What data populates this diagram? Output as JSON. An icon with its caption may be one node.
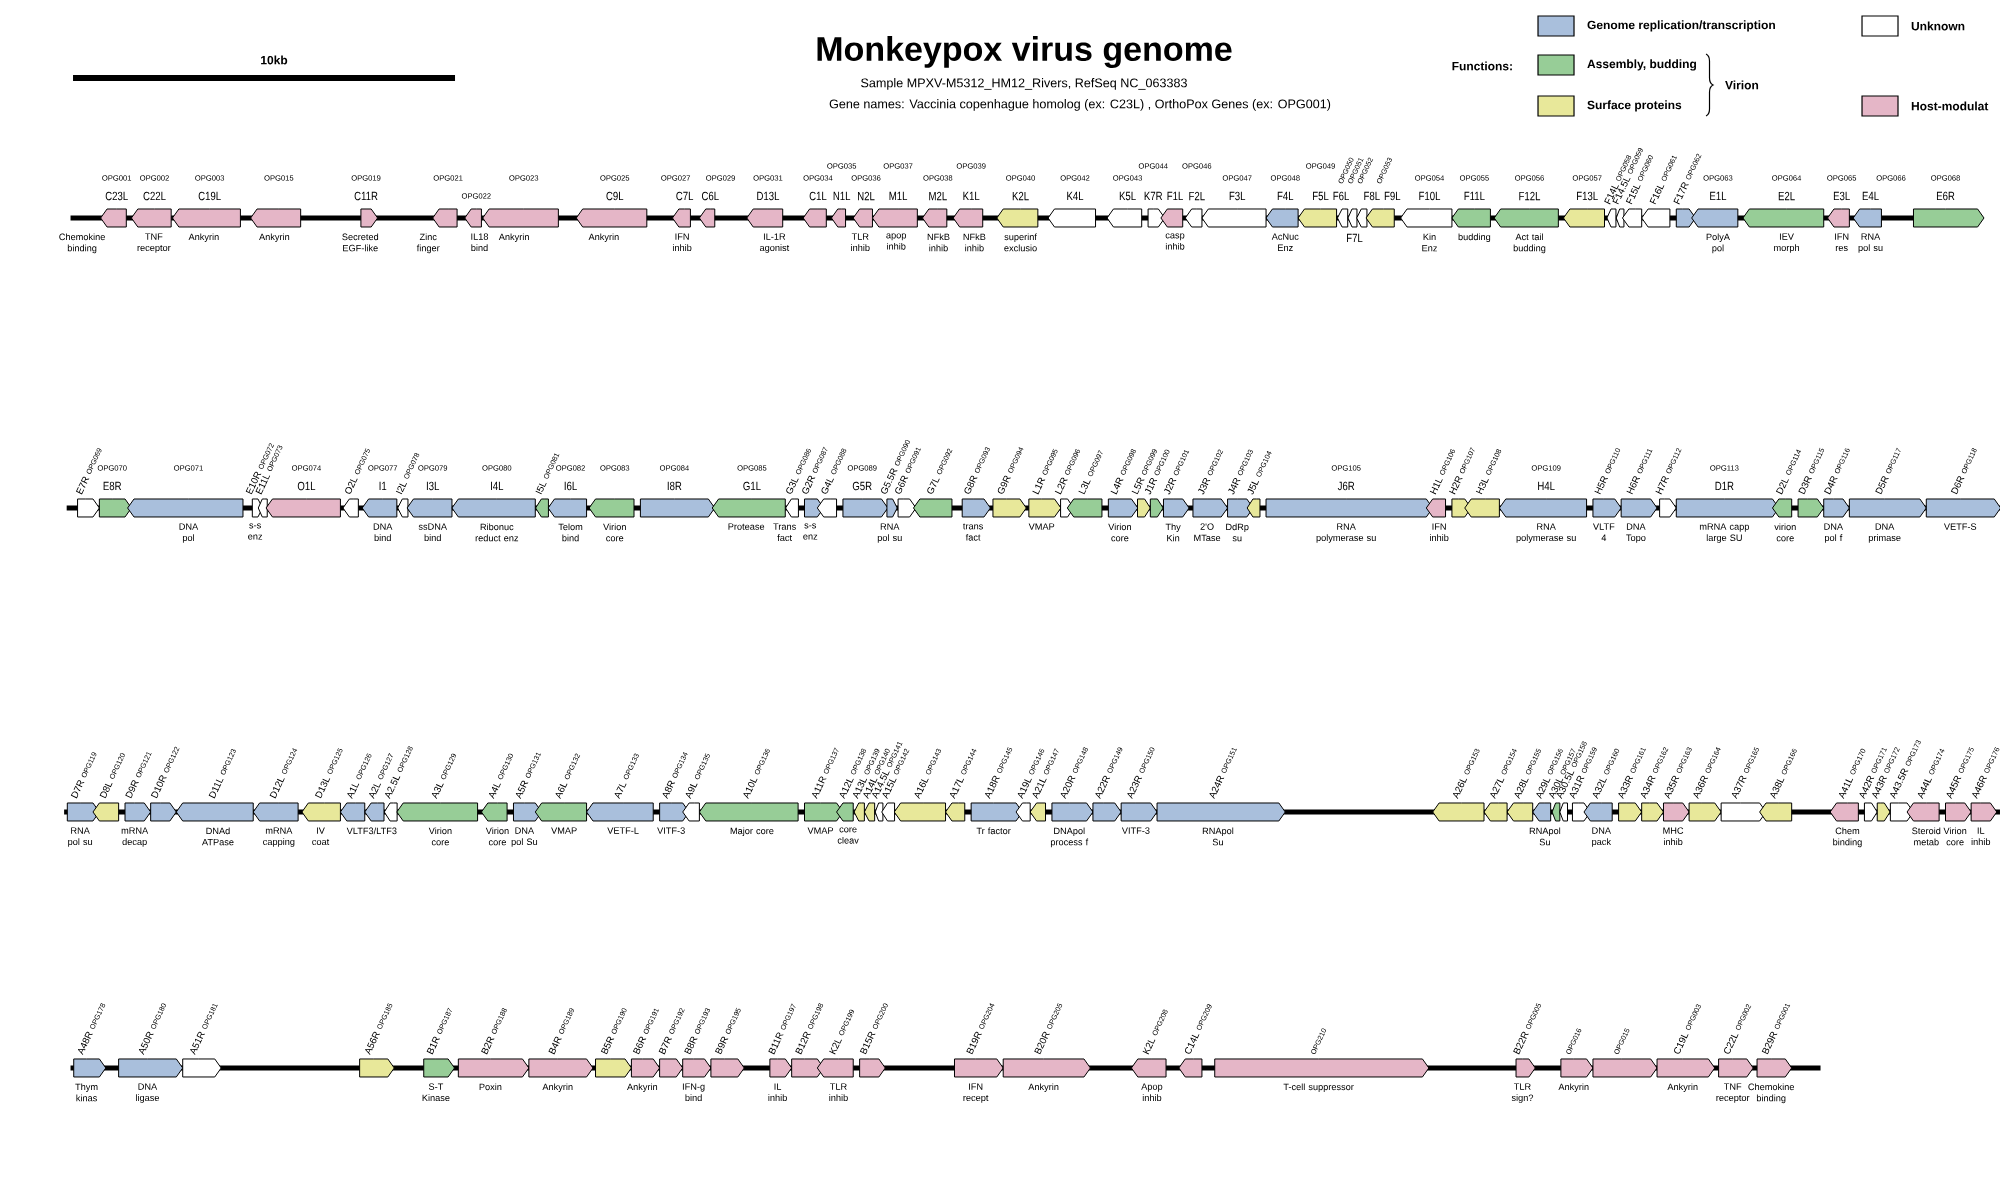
{
  "diagram": {
    "title": "Monkeypox virus genome",
    "nodes": [
      {
        "text": [
          "OPG001",
          "C23L"
        ],
        "beside": [
          "Chemokine binding"
        ]
      },
      {
        "text": [
          "OPG002",
          "C22L"
        ],
        "beside": [
          "TNF receptor"
        ]
      },
      {
        "text": [
          "OPG003",
          "C19L"
        ],
        "beside": [
          "Ankyrin"
        ]
      },
      {
        "text": [
          "OPG015"
        ],
        "beside": [
          "Ankyrin"
        ]
      },
      {
        "text": [
          "OPG019",
          "C11R"
        ],
        "beside": [
          "Secreted EGF-like"
        ]
      },
      {
        "text": [
          "OPG021"
        ],
        "beside": [
          "Zinc finger"
        ]
      },
      {
        "text": [
          "OPG022"
        ],
        "beside": [
          "IL18 bind"
        ]
      },
      {
        "text": [
          "OPG023"
        ],
        "beside": [
          "Ankyrin"
        ]
      },
      {
        "text": [
          "OPG025",
          "C9L"
        ],
        "beside": [
          "Ankyrin"
        ]
      },
      {
        "text": [
          "OPG027",
          "C7L"
        ],
        "beside": [
          "IFN inhib"
        ]
      },
      {
        "text": [
          "OPG029",
          "C6L"
        ]
      },
      {
        "text": [
          "OPG031",
          "D13L"
        ],
        "beside": [
          "IL-1R agonist"
        ]
      },
      {
        "text": [
          "OPG034",
          "C1L"
        ]
      },
      {
        "text": [
          "OPG035",
          "N1L"
        ]
      },
      {
        "text": [
          "OPG036",
          "N2L"
        ],
        "beside": [
          "TLR inhib"
        ]
      },
      {
        "text": [
          "OPG037",
          "M1L"
        ],
        "beside": [
          "apop inhib"
        ]
      },
      {
        "text": [
          "OPG038",
          "M2L"
        ],
        "beside": [
          "NFkB inhib"
        ]
      },
      {
        "text": [
          "OPG039",
          "K1L"
        ],
        "beside": [
          "NFkB inhib"
        ]
      },
      {
        "text": [
          "OPG040",
          "K2L"
        ],
        "beside": [
          "superinf exclusio"
        ]
      },
      {
        "text": [
          "OPG042",
          "K4L"
        ]
      },
      {
        "text": [
          "OPG043",
          "K5L"
        ]
      },
      {
        "text": [
          "OPG044",
          "K7R"
        ]
      },
      {
        "text": [
          "F1L"
        ],
        "beside": [
          "casp inhib"
        ]
      },
      {
        "text": [
          "OPG046",
          "F2L"
        ]
      },
      {
        "text": [
          "OPG047",
          "F3L"
        ]
      },
      {
        "text": [
          "OPG048",
          "F4L"
        ],
        "beside": [
          "AcNuc Enz"
        ]
      },
      {
        "text": [
          "OPG049",
          "F5L"
        ]
      },
      {
        "text": [
          "OPG050",
          "F6L"
        ]
      },
      {
        "text": [
          "OPG051",
          "F7L"
        ]
      },
      {
        "text": [
          "OPG052",
          "F8L"
        ]
      },
      {
        "text": [
          "OPG053",
          "F9L"
        ]
      },
      {
        "text": [
          "OPG054",
          "F10L"
        ],
        "beside": [
          "Kin Enz"
        ]
      },
      {
        "text": [
          "OPG055",
          "F11L"
        ],
        "beside": [
          "budding"
        ]
      },
      {
        "text": [
          "OPG056",
          "F12L"
        ],
        "beside": [
          "Act tail budding"
        ]
      },
      {
        "text": [
          "OPG057",
          "F13L"
        ]
      },
      {
        "text": [
          "OPG058",
          "F14L"
        ]
      },
      {
        "text": [
          "OPG059",
          "F14.5L"
        ]
      },
      {
        "text": [
          "OPG060",
          "F15L"
        ]
      },
      {
        "text": [
          "OPG061",
          "F16L"
        ]
      },
      {
        "text": [
          "OPG062",
          "F17R"
        ]
      },
      {
        "text": [
          "OPG063",
          "E1L"
        ],
        "beside": [
          "PolyA pol"
        ]
      },
      {
        "text": [
          "OPG064",
          "E2L"
        ],
        "beside": [
          "IEV morph"
        ]
      },
      {
        "text": [
          "OPG065",
          "E3L"
        ],
        "beside": [
          "IFN res"
        ]
      },
      {
        "text": [
          "OPG066",
          "E4L"
        ],
        "beside": [
          "RNA pol su"
        ]
      },
      {
        "text": [
          "OPG068",
          "E6R"
        ]
      },
      {
        "text": [
          "OPG069",
          "E7R"
        ]
      },
      {
        "text": [
          "OPG070",
          "E8R"
        ]
      },
      {
        "text": [
          "OPG071"
        ],
        "beside": [
          "DNA pol"
        ]
      },
      {
        "text": [
          "OPG072",
          "E10R"
        ],
        "beside": [
          "s-s enz"
        ]
      },
      {
        "text": [
          "OPG073",
          "E11L"
        ]
      },
      {
        "text": [
          "OPG074",
          "O1L"
        ]
      },
      {
        "text": [
          "OPG075",
          "O2L"
        ]
      },
      {
        "text": [
          "OPG077",
          "I1"
        ],
        "beside": [
          "DNA bind"
        ]
      },
      {
        "text": [
          "OPG078",
          "I2L"
        ]
      },
      {
        "text": [
          "OPG079",
          "I3L"
        ],
        "beside": [
          "ssDNA bind"
        ]
      },
      {
        "text": [
          "OPG080",
          "I4L"
        ],
        "beside": [
          "Ribonuc reduct enz"
        ]
      },
      {
        "text": [
          "OPG081",
          "I5L"
        ]
      },
      {
        "text": [
          "OPG082",
          "I6L"
        ],
        "beside": [
          "Telom bind"
        ]
      },
      {
        "text": [
          "OPG083"
        ],
        "beside": [
          "Virion core"
        ]
      },
      {
        "text": [
          "OPG084",
          "I8R"
        ]
      },
      {
        "text": [
          "OPG085",
          "G1L"
        ],
        "beside": [
          "Protease"
        ]
      },
      {
        "text": [
          "OPG086",
          "G3L"
        ]
      },
      {
        "text": [
          "OPG087",
          "G2R"
        ],
        "beside": [
          "Trans fact"
        ]
      },
      {
        "text": [
          "OPG088",
          "G4L"
        ],
        "beside": [
          "s-s enz"
        ]
      },
      {
        "text": [
          "OPG089",
          "G5R"
        ]
      },
      {
        "text": [
          "OPG090",
          "G5.5R"
        ],
        "beside": [
          "RNA pol su"
        ]
      },
      {
        "text": [
          "OPG091",
          "G6R"
        ]
      },
      {
        "text": [
          "OPG092",
          "G7L"
        ]
      },
      {
        "text": [
          "OPG093",
          "G8R"
        ],
        "beside": [
          "trans fact"
        ]
      },
      {
        "text": [
          "OPG094",
          "G9R"
        ]
      },
      {
        "text": [
          "OPG095",
          "L1R"
        ],
        "beside": [
          "VMAP"
        ]
      },
      {
        "text": [
          "OPG096",
          "L2R"
        ]
      },
      {
        "text": [
          "OPG097",
          "L3L"
        ]
      },
      {
        "text": [
          "OPG098",
          "L4R"
        ],
        "beside": [
          "Virion core"
        ]
      },
      {
        "text": [
          "OPG099",
          "L5R"
        ]
      },
      {
        "text": [
          "OPG100",
          "J1R"
        ]
      },
      {
        "text": [
          "OPG101",
          "J2R"
        ],
        "beside": [
          "Thy Kin"
        ]
      },
      {
        "text": [
          "OPG102",
          "J3R"
        ],
        "beside": [
          "2'O MTase"
        ]
      },
      {
        "text": [
          "OPG103",
          "J4R"
        ],
        "beside": [
          "DdRp su"
        ]
      },
      {
        "text": [
          "OPG104",
          "J5L"
        ]
      },
      {
        "text": [
          "OPG105",
          "J6R"
        ],
        "beside": [
          "RNA polymerase su"
        ]
      },
      {
        "text": [
          "OPG106",
          "H1L"
        ],
        "beside": [
          "IFN inhib"
        ]
      },
      {
        "text": [
          "OPG107",
          "H2R"
        ]
      },
      {
        "text": [
          "OPG108",
          "H3L"
        ]
      },
      {
        "text": [
          "OPG109",
          "H4L"
        ],
        "beside": [
          "RNA polymerase su"
        ]
      },
      {
        "text": [
          "OPG110",
          "H5R"
        ],
        "beside": [
          "VLTF 4"
        ]
      },
      {
        "text": [
          "OPG111",
          "H6R"
        ],
        "beside": [
          "DNA Topo"
        ]
      },
      {
        "text": [
          "OPG112",
          "H7R"
        ]
      },
      {
        "text": [
          "OPG113",
          "D1R"
        ],
        "beside": [
          "mRNA capp large SU"
        ]
      },
      {
        "text": [
          "OPG114",
          "D2L"
        ],
        "beside": [
          "virion core"
        ]
      },
      {
        "text": [
          "OPG115",
          "D3R"
        ]
      },
      {
        "text": [
          "OPG116",
          "D4R"
        ],
        "beside": [
          "DNA pol f"
        ]
      },
      {
        "text": [
          "OPG117",
          "D5R"
        ],
        "beside": [
          "DNA primase"
        ]
      },
      {
        "text": [
          "OPG118",
          "D6R"
        ],
        "beside": [
          "VETF-S"
        ]
      },
      {
        "text": [
          "OPG119",
          "D7R"
        ],
        "beside": [
          "RNA pol su"
        ]
      },
      {
        "text": [
          "OPG120",
          "D8L"
        ]
      },
      {
        "text": [
          "OPG121",
          "D9R"
        ],
        "beside": [
          "mRNA decap"
        ]
      },
      {
        "text": [
          "OPG122",
          "D10R"
        ]
      },
      {
        "text": [
          "OPG123",
          "D11L"
        ],
        "beside": [
          "DNAd ATPase"
        ]
      },
      {
        "text": [
          "OPG124",
          "D12L"
        ],
        "beside": [
          "mRNA capping"
        ]
      },
      {
        "text": [
          "OPG125",
          "D13L"
        ],
        "beside": [
          "IV coat"
        ]
      },
      {
        "text": [
          "OPG126",
          "A1L"
        ],
        "beside": [
          "VLTF3/LTF3"
        ]
      },
      {
        "text": [
          "OPG127",
          "A2L"
        ]
      },
      {
        "text": [
          "OPG128",
          "A2.5L"
        ]
      },
      {
        "text": [
          "OPG129",
          "A3L"
        ],
        "beside": [
          "Virion core"
        ]
      },
      {
        "text": [
          "OPG130",
          "A4L"
        ],
        "beside": [
          "Virion core"
        ]
      },
      {
        "text": [
          "OPG131",
          "A5R"
        ],
        "beside": [
          "DNA pol Su"
        ]
      },
      {
        "text": [
          "OPG132",
          "A6L"
        ],
        "beside": [
          "VMAP"
        ]
      },
      {
        "text": [
          "OPG133",
          "A7L"
        ],
        "beside": [
          "VETF-L"
        ]
      },
      {
        "text": [
          "OPG134",
          "A8R"
        ],
        "beside": [
          "VITF-3"
        ]
      },
      {
        "text": [
          "OPG135",
          "A9L"
        ]
      },
      {
        "text": [
          "OPG136",
          "A10L"
        ],
        "beside": [
          "Major core"
        ]
      },
      {
        "text": [
          "OPG137",
          "A11R"
        ],
        "beside": [
          "VMAP"
        ]
      },
      {
        "text": [
          "OPG138",
          "A12L"
        ],
        "beside": [
          "core cleav"
        ]
      },
      {
        "text": [
          "OPG139",
          "A13L"
        ]
      },
      {
        "text": [
          "OPG140",
          "A14L"
        ]
      },
      {
        "text": [
          "OPG141",
          "A14.5L"
        ]
      },
      {
        "text": [
          "OPG142",
          "A15L"
        ]
      },
      {
        "text": [
          "OPG143",
          "A16L"
        ]
      },
      {
        "text": [
          "OPG144",
          "A17L"
        ]
      },
      {
        "text": [
          "OPG145",
          "A18R"
        ],
        "beside": [
          "Tr factor"
        ]
      },
      {
        "text": [
          "OPG146",
          "A19L"
        ]
      },
      {
        "text": [
          "OPG147",
          "A21L"
        ]
      },
      {
        "text": [
          "OPG148",
          "A20R"
        ],
        "beside": [
          "DNApol process f"
        ]
      },
      {
        "text": [
          "OPG149",
          "A22R"
        ]
      },
      {
        "text": [
          "OPG150",
          "A23R"
        ],
        "beside": [
          "VITF-3"
        ]
      },
      {
        "text": [
          "OPG151",
          "A24R"
        ],
        "beside": [
          "RNApol Su"
        ]
      },
      {
        "text": [
          "OPG153",
          "A26L"
        ]
      },
      {
        "text": [
          "OPG154",
          "A27L"
        ]
      },
      {
        "text": [
          "OPG155",
          "A28L"
        ]
      },
      {
        "text": [
          "OPG156",
          "A29L"
        ],
        "beside": [
          "RNApol Su"
        ]
      },
      {
        "text": [
          "OPG157",
          "A30L"
        ]
      },
      {
        "text": [
          "OPG158",
          "A30.5L"
        ]
      },
      {
        "text": [
          "OPG159",
          "A31R"
        ]
      },
      {
        "text": [
          "OPG160",
          "A32L"
        ],
        "beside": [
          "DNA pack"
        ]
      },
      {
        "text": [
          "OPG161",
          "A33R"
        ]
      },
      {
        "text": [
          "OPG162",
          "A34R"
        ]
      },
      {
        "text": [
          "OPG163",
          "A35R"
        ],
        "beside": [
          "MHC inhib"
        ]
      },
      {
        "text": [
          "OPG164",
          "A36R"
        ]
      },
      {
        "text": [
          "OPG165",
          "A37R"
        ]
      },
      {
        "text": [
          "OPG166",
          "A38L"
        ]
      },
      {
        "text": [
          "OPG170",
          "A41L"
        ],
        "beside": [
          "Chem binding"
        ]
      },
      {
        "text": [
          "OPG171",
          "A42R"
        ]
      },
      {
        "text": [
          "OPG172",
          "A43R"
        ]
      },
      {
        "text": [
          "OPG173",
          "A43.5R"
        ]
      },
      {
        "text": [
          "OPG174",
          "A44L"
        ],
        "beside": [
          "Steroid metab"
        ]
      },
      {
        "text": [
          "OPG175",
          "A45R"
        ],
        "beside": [
          "Virion core"
        ]
      },
      {
        "text": [
          "OPG176",
          "A46R"
        ],
        "beside": [
          "IL inhib"
        ]
      },
      {
        "text": [
          "OPG178",
          "A48R"
        ],
        "beside": [
          "Thym kinas"
        ]
      },
      {
        "text": [
          "OPG180",
          "A50R"
        ],
        "beside": [
          "DNA ligase"
        ]
      },
      {
        "text": [
          "OPG181",
          "A51R"
        ]
      },
      {
        "text": [
          "OPG185",
          "A56R"
        ]
      },
      {
        "text": [
          "OPG187",
          "B1R"
        ],
        "beside": [
          "S-T Kinase"
        ]
      },
      {
        "text": [
          "OPG188",
          "B2R"
        ],
        "beside": [
          "Poxin"
        ]
      },
      {
        "text": [
          "OPG189",
          "B4R"
        ],
        "beside": [
          "Ankyrin"
        ]
      },
      {
        "text": [
          "OPG190",
          "B5R"
        ]
      },
      {
        "text": [
          "OPG191",
          "B6R"
        ],
        "beside": [
          "Ankyrin"
        ]
      },
      {
        "text": [
          "OPG192",
          "B7R"
        ]
      },
      {
        "text": [
          "OPG193",
          "B8R"
        ],
        "beside": [
          "IFN-g bind"
        ]
      },
      {
        "text": [
          "OPG195",
          "B9R"
        ]
      },
      {
        "text": [
          "OPG197",
          "B11R"
        ],
        "beside": [
          "IL inhib"
        ]
      },
      {
        "text": [
          "OPG198",
          "B12R"
        ]
      },
      {
        "text": [
          "OPG199",
          "K2L"
        ],
        "beside": [
          "TLR inhib"
        ]
      },
      {
        "text": [
          "OPG200",
          "B15R"
        ]
      },
      {
        "text": [
          "OPG204",
          "B19R"
        ],
        "beside": [
          "IFN recept"
        ]
      },
      {
        "text": [
          "OPG205",
          "B20R"
        ],
        "beside": [
          "Ankyrin"
        ]
      },
      {
        "text": [
          "OPG208",
          "K2L"
        ],
        "beside": [
          "Apop inhib"
        ]
      },
      {
        "text": [
          "OPG209",
          "C14L"
        ]
      },
      {
        "text": [
          "OPG210"
        ],
        "beside": [
          "T-cell suppressor"
        ]
      },
      {
        "text": [
          "OPG005",
          "B22R"
        ],
        "beside": [
          "TLR sign?"
        ]
      },
      {
        "text": [
          "OPG016"
        ],
        "beside": [
          "Ankyrin"
        ]
      },
      {
        "text": [
          "OPG015"
        ]
      },
      {
        "text": [
          "OPG003",
          "C19L"
        ],
        "beside": [
          "Ankyrin"
        ]
      },
      {
        "text": [
          "OPG002",
          "C22L"
        ],
        "beside": [
          "TNF receptor"
        ]
      },
      {
        "text": [
          "OPG001",
          "B29R"
        ],
        "beside": [
          "Chemokine binding"
        ]
      }
    ],
    "labels": [
      "10kb",
      "Sample MPXV-M5312_HM12_Rivers, RefSeq NC_063383",
      "Gene names: Vaccinia copenhague homolog (ex: C23L) , OrthoPox Genes (ex: OPG001)",
      "Functions:",
      "Virion"
    ],
    "legend": [
      {
        "text": "Genome replication/transcription",
        "color": "#a9bfdc"
      },
      {
        "text": "Unknown"
      },
      {
        "text": "Assembly, budding",
        "color": "#97cd97"
      },
      {
        "text": "Surface proteins",
        "color": "#e8e89a"
      },
      {
        "text": "Host-modulat",
        "color": "#e5b6c7"
      }
    ]
  }
}
